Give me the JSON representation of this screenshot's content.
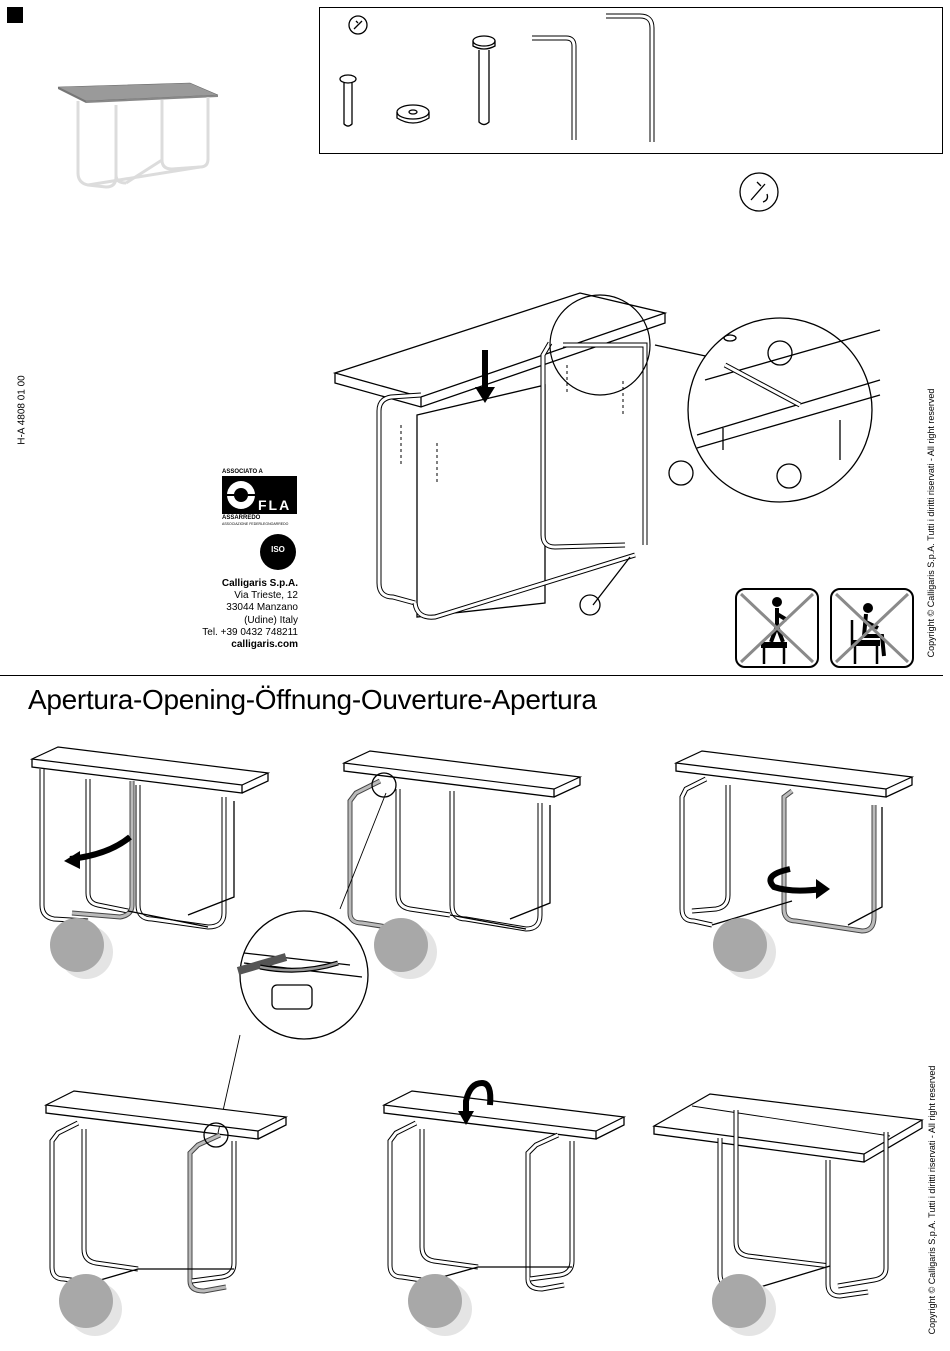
{
  "doc_code": "H-A 4808 01 00",
  "copyright": "Copyright © Calligaris S.p.A.   Tutti i diritti riservati - All right reserved",
  "association": {
    "top_label": "ASSOCIATO A",
    "logo_text": "FLA",
    "bottom_label": "ASSARREDO",
    "bottom_small": "ASSOCIAZIONE FEDERLEGNOARREDO"
  },
  "iso_label": "ISO",
  "company": {
    "name": "Calligaris S.p.A.",
    "street": "Via Trieste, 12",
    "city": "33044 Manzano",
    "region": "(Udine) Italy",
    "phone": "Tel. +39 0432 748211",
    "web": "calligaris.com"
  },
  "section_title": "Apertura-Opening-Öffnung-Ouverture-Apertura",
  "icons": [
    "allen-key-icon",
    "screw-icon",
    "washer-icon",
    "bolt-icon",
    "short-allen-key-icon",
    "long-allen-key-icon",
    "no-standing-icon",
    "no-sitting-icon"
  ]
}
